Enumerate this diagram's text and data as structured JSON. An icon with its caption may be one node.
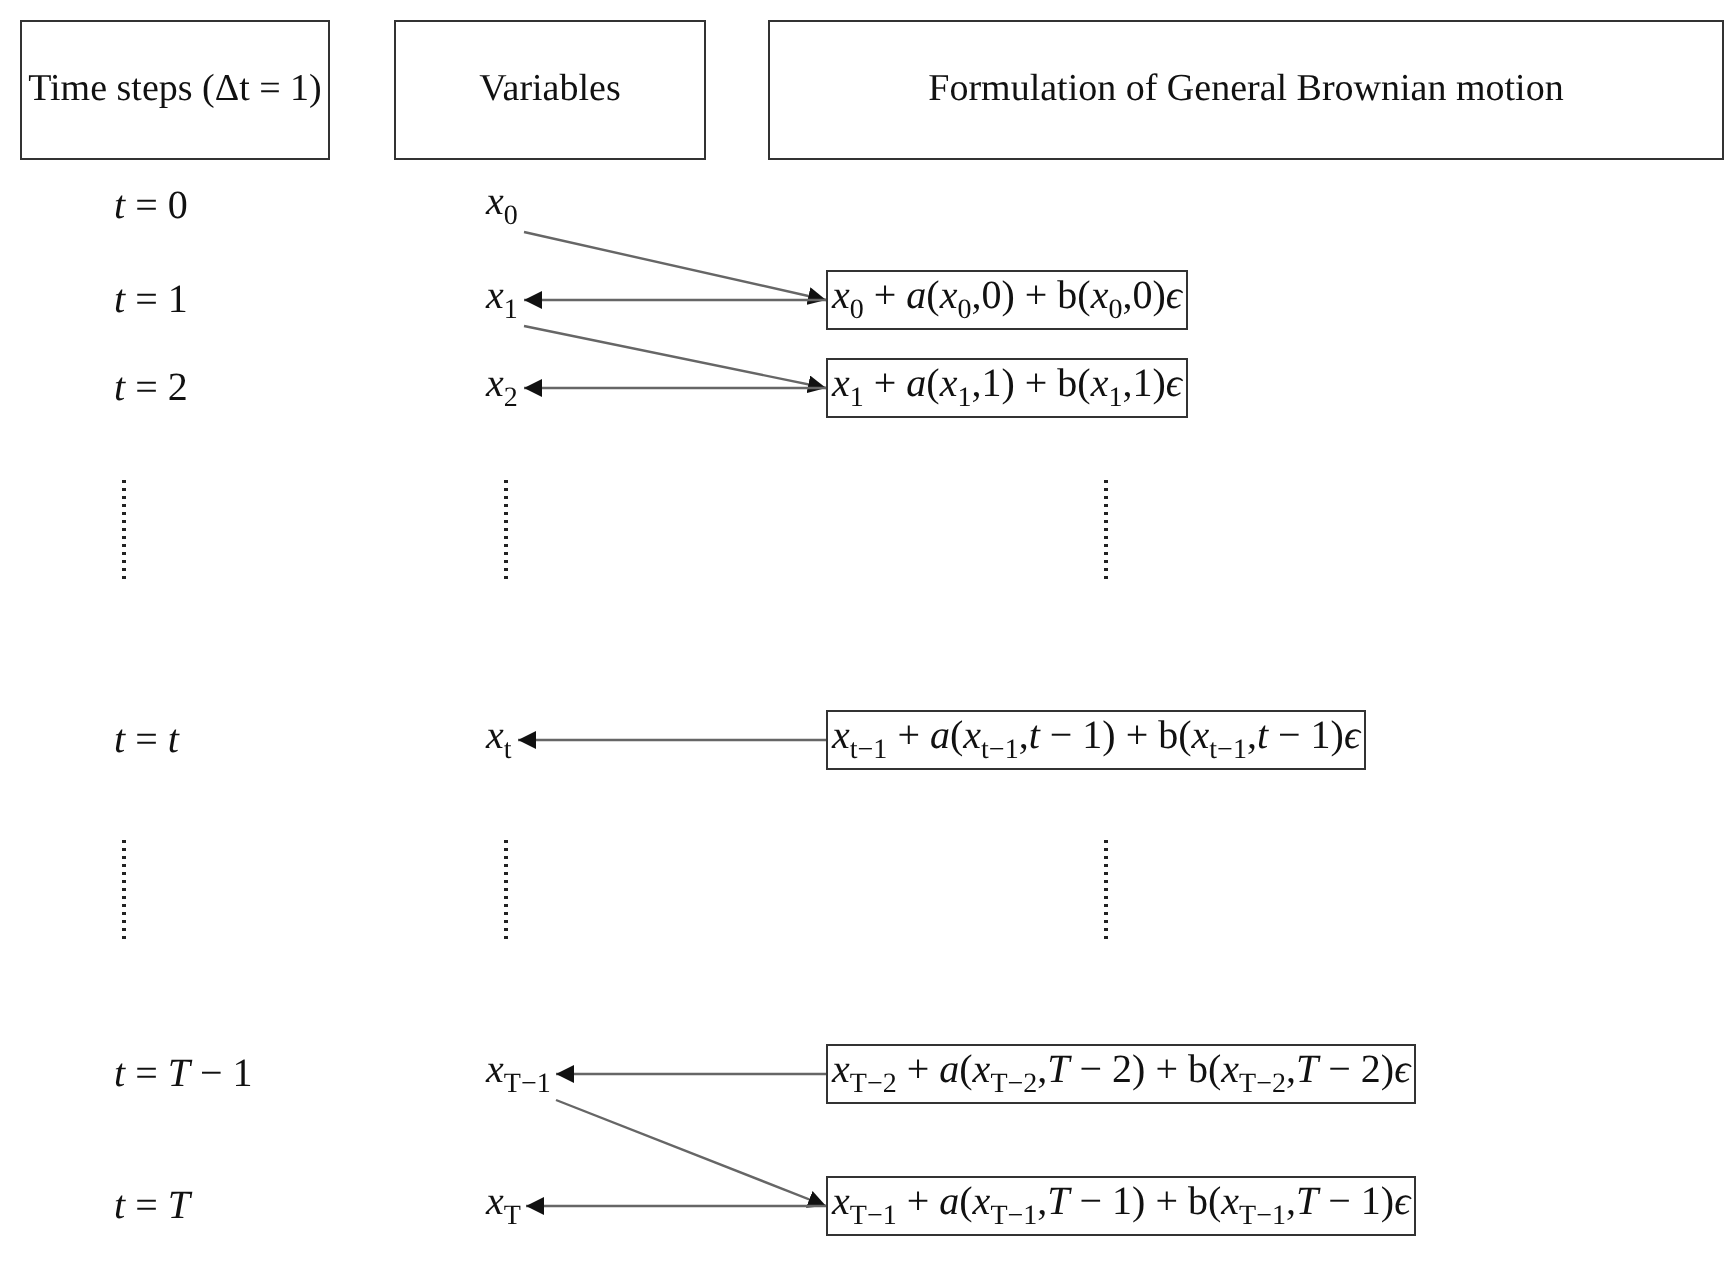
{
  "diagram": {
    "nodes": [
      {
        "text": [
          "Time steps (Δt = 1)"
        ]
      },
      {
        "text": [
          "Variables"
        ]
      },
      {
        "text": [
          "Formulation of General Brownian motion"
        ]
      },
      {
        "text": [
          "*x*$_{0}$"
        ]
      },
      {
        "text": [
          "*x*$_{1}$"
        ]
      },
      {
        "text": [
          "*x*$_{2}$"
        ]
      },
      {
        "text": [
          "*x*$_{t}$"
        ]
      },
      {
        "text": [
          "*x*$_{T−1}$"
        ]
      },
      {
        "text": [
          "*x*$_{T}$"
        ]
      },
      {
        "text": [
          "*x*$_{0}$ + *a*(*x*$_{0}$,0) + b(*x*$_{0}$,0)*ϵ*"
        ]
      },
      {
        "text": [
          "*x*$_{1}$ + *a*(*x*$_{1}$,1) + b(*x*$_{1}$,1)*ϵ*"
        ]
      },
      {
        "text": [
          "*x*$_{t−1}$ + *a*(*x*$_{t−1}$,*t* − 1) + b(*x*$_{t−1}$,*t* − 1)*ϵ*"
        ]
      },
      {
        "text": [
          "*x*$_{T−2}$ + *a*(*x*$_{T−2}$,*T* − 2) + b(*x*$_{T−2}$,*T* − 2)*ϵ*"
        ]
      },
      {
        "text": [
          "*x*$_{T−1}$ + *a*(*x*$_{T−1}$,*T* − 1) + b(*x*$_{T−1}$,*T* − 1)*ϵ*"
        ]
      }
    ],
    "edges": [
      {
        "from": 3,
        "to": 9,
        "arrow": "to"
      },
      {
        "from": 9,
        "to": 4,
        "arrow": "to"
      },
      {
        "from": 4,
        "to": 10,
        "arrow": "to"
      },
      {
        "from": 10,
        "to": 5,
        "arrow": "to"
      },
      {
        "from": 11,
        "to": 6,
        "arrow": "to"
      },
      {
        "from": 12,
        "to": 7,
        "arrow": "to"
      },
      {
        "from": 7,
        "to": 13,
        "arrow": "to"
      },
      {
        "from": 13,
        "to": 8,
        "arrow": "to"
      }
    ],
    "labels": [
      "*t* = 0",
      "*t* = 1",
      "*t* = 2",
      "*t* = *t*",
      "*t* = *T* − 1",
      "*t* = *T*"
    ]
  }
}
